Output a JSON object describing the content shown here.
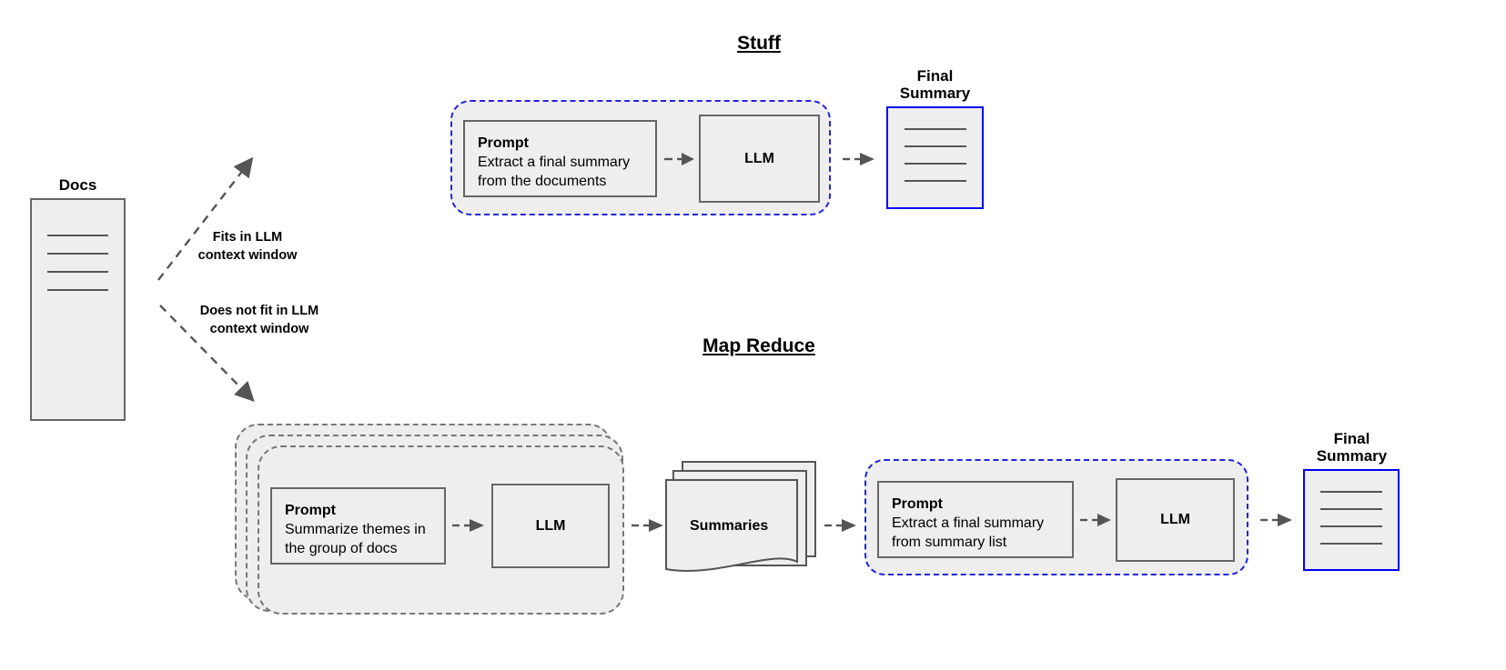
{
  "diagram": {
    "title_stuff": "Stuff",
    "title_map_reduce": "Map Reduce"
  },
  "colors": {
    "group_blue_border": "#2222dd",
    "group_gray_border": "#777777",
    "node_border": "#666666",
    "node_fill": "#eeeeee",
    "final_summary_border": "#0000ee",
    "arrow": "#555555",
    "text": "#000000"
  },
  "source": {
    "docs_label": "Docs",
    "docs_line_count": 4
  },
  "branches": [
    {
      "name": "fits",
      "label_line1": "Fits in LLM",
      "label_line2": "context window"
    },
    {
      "name": "does-not-fit",
      "label_line1": "Does not fit in LLM",
      "label_line2": "context window"
    }
  ],
  "stuff_chain": {
    "title": "Stuff",
    "prompt": {
      "heading": "Prompt",
      "line1": "Extract a final summary",
      "line2": "from the documents"
    },
    "llm_label": "LLM",
    "output": {
      "label_line1": "Final",
      "label_line2": "Summary",
      "line_count": 4
    }
  },
  "map_reduce_chain": {
    "title": "Map Reduce",
    "map_stage": {
      "stack_count": 3,
      "prompt": {
        "heading": "Prompt",
        "line1": "Summarize themes in",
        "line2": "the group of docs"
      },
      "llm_label": "LLM"
    },
    "intermediate": {
      "label": "Summaries",
      "stack_count": 3
    },
    "reduce_stage": {
      "prompt": {
        "heading": "Prompt",
        "line1": "Extract a final summary",
        "line2": "from summary list"
      },
      "llm_label": "LLM"
    },
    "output": {
      "label_line1": "Final",
      "label_line2": "Summary",
      "line_count": 4
    }
  },
  "icons": {
    "arrow": "arrow-right-icon",
    "dashed_arrow": "dashed-arrow-icon"
  }
}
